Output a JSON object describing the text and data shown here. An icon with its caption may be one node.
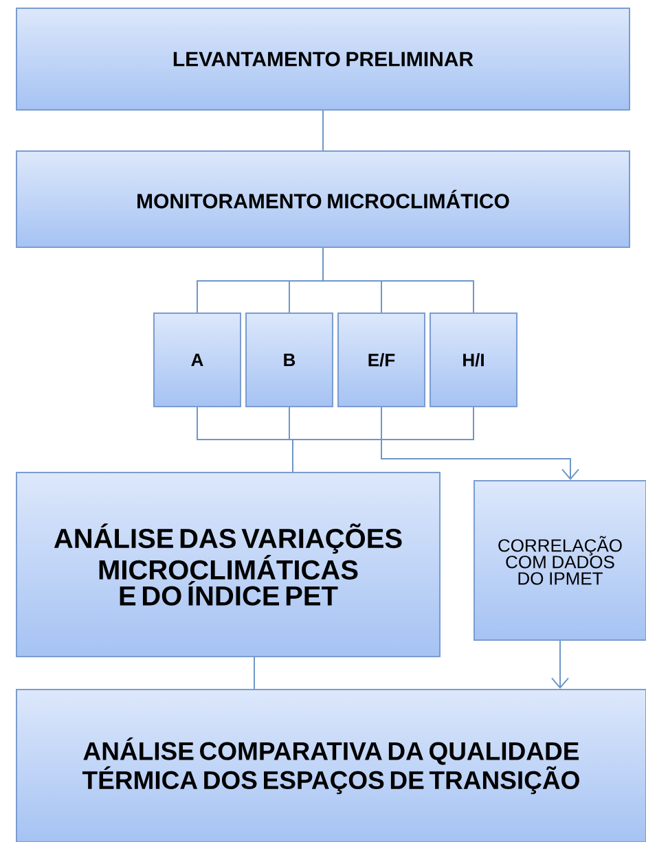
{
  "diagram": {
    "nodes": [
      {
        "text": [
          "LEVANTAMENTO PRELIMINAR"
        ]
      },
      {
        "text": [
          "MONITORAMENTO MICROCLIMÁTICO"
        ]
      },
      {
        "text": [
          "A"
        ]
      },
      {
        "text": [
          "B"
        ]
      },
      {
        "text": [
          "E/F"
        ]
      },
      {
        "text": [
          "H/I"
        ]
      },
      {
        "text": [
          "ANÁLISE DAS VARIAÇÕES MICROCLIMÁTICAS E DO ÍNDICE PET"
        ]
      },
      {
        "text": [
          "CORRELAÇÃO COM DADOS DO IPMET"
        ]
      },
      {
        "text": [
          "ANÁLISE COMPARATIVA DA QUALIDADE TÉRMICA DOS ESPAÇOS DE TRANSIÇÃO"
        ]
      }
    ],
    "edges": [
      {
        "from": 0,
        "to": 1,
        "arrow": "none"
      },
      {
        "from": 1,
        "to": 2,
        "arrow": "none"
      },
      {
        "from": 1,
        "to": 3,
        "arrow": "none"
      },
      {
        "from": 1,
        "to": 4,
        "arrow": "none"
      },
      {
        "from": 1,
        "to": 5,
        "arrow": "none"
      },
      {
        "from": 2,
        "to": 6,
        "arrow": "none"
      },
      {
        "from": 3,
        "to": 6,
        "arrow": "none"
      },
      {
        "from": 4,
        "to": 6,
        "arrow": "none"
      },
      {
        "from": 5,
        "to": 6,
        "arrow": "none"
      },
      {
        "from": 4,
        "to": 7,
        "arrow": "to"
      },
      {
        "from": 6,
        "to": 8,
        "arrow": "none"
      },
      {
        "from": 7,
        "to": 8,
        "arrow": "to"
      }
    ]
  }
}
